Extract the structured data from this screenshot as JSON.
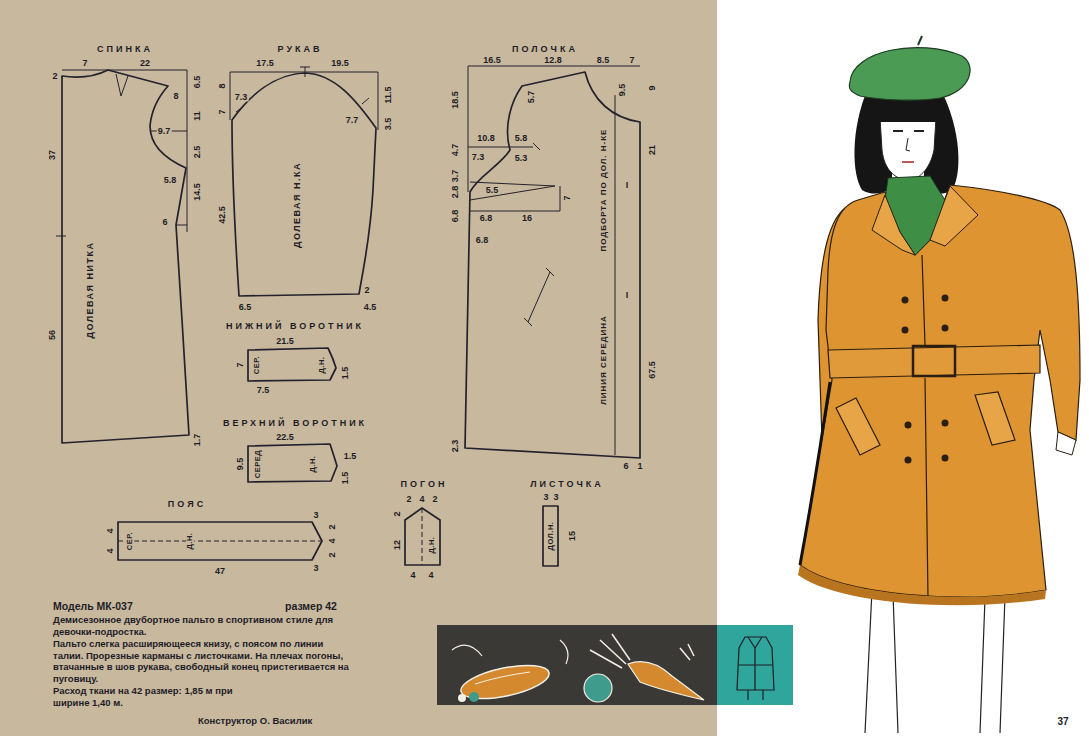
{
  "diagram": {
    "nodes": [
      {
        "text": [
          "СПИНКА",
          "ДОЛЕВАЯ НИТКА"
        ]
      },
      {
        "text": [
          "РУКАВ",
          "ДОЛЕВАЯ Н.КА"
        ]
      },
      {
        "text": [
          "ПОЛОЧКА",
          "ПОДБОРТА ПО ДОЛ. Н-КЕ",
          "ЛИНИЯ СЕРЕДИНА"
        ]
      },
      {
        "text": [
          "НИЖНИЙ ВОРОТНИК",
          "СЕР.",
          "Д.Н."
        ]
      },
      {
        "text": [
          "ВЕРХНИЙ ВОРОТНИК",
          "СЕРЕД",
          "Д.Н."
        ]
      },
      {
        "text": [
          "ПОЯС",
          "СЕР.",
          "Д.Н."
        ]
      },
      {
        "text": [
          "ПОГОН",
          "Д.Н."
        ]
      },
      {
        "text": [
          "ЛИСТОЧКА",
          "ДОЛ.Н."
        ]
      }
    ],
    "labels": [
      "7",
      "22",
      "2",
      "6.5",
      "8",
      "11",
      "9.7",
      "5.8",
      "2.5",
      "14.5",
      "6",
      "37",
      "56",
      "1.7",
      "17.5",
      "19.5",
      "8",
      "7.3",
      "7",
      "11.5",
      "7.7",
      "3.5",
      "42.5",
      "6.5",
      "2",
      "4.5",
      "21.5",
      "7",
      "7.5",
      "1.5",
      "22.5",
      "9.5",
      "1.5",
      "1.5",
      "4",
      "4",
      "47",
      "3",
      "2",
      "4",
      "2",
      "3",
      "16.5",
      "12.8",
      "8.5",
      "7",
      "18.5",
      "5.7",
      "9.5",
      "9",
      "4.7",
      "10.8",
      "5.8",
      "7.3",
      "5.3",
      "3.7",
      "2.8",
      "21",
      "5.5",
      "7",
      "6.8",
      "6.8",
      "16",
      "6.8",
      "67.5",
      "2.3",
      "6",
      "1",
      "I",
      "I",
      "2",
      "4",
      "2",
      "2",
      "12",
      "4",
      "4",
      "3",
      "3",
      "15",
      "Модель МК-037",
      "размер 42",
      "Демисезонное двубортное пальто в спортивном стиле для девочки-подростка.",
      "Пальто слегка расширяющееся книзу, с поясом по линии талии. Прорезные карманы с листочками. На плечах погоны, втачанные в шов рукава, свободный конец пристегивается на пуговицу.",
      "Расход ткани на 42 размер: 1,85 м при ширине 1,40 м.",
      "Конструктор О. Василик",
      "37"
    ]
  }
}
